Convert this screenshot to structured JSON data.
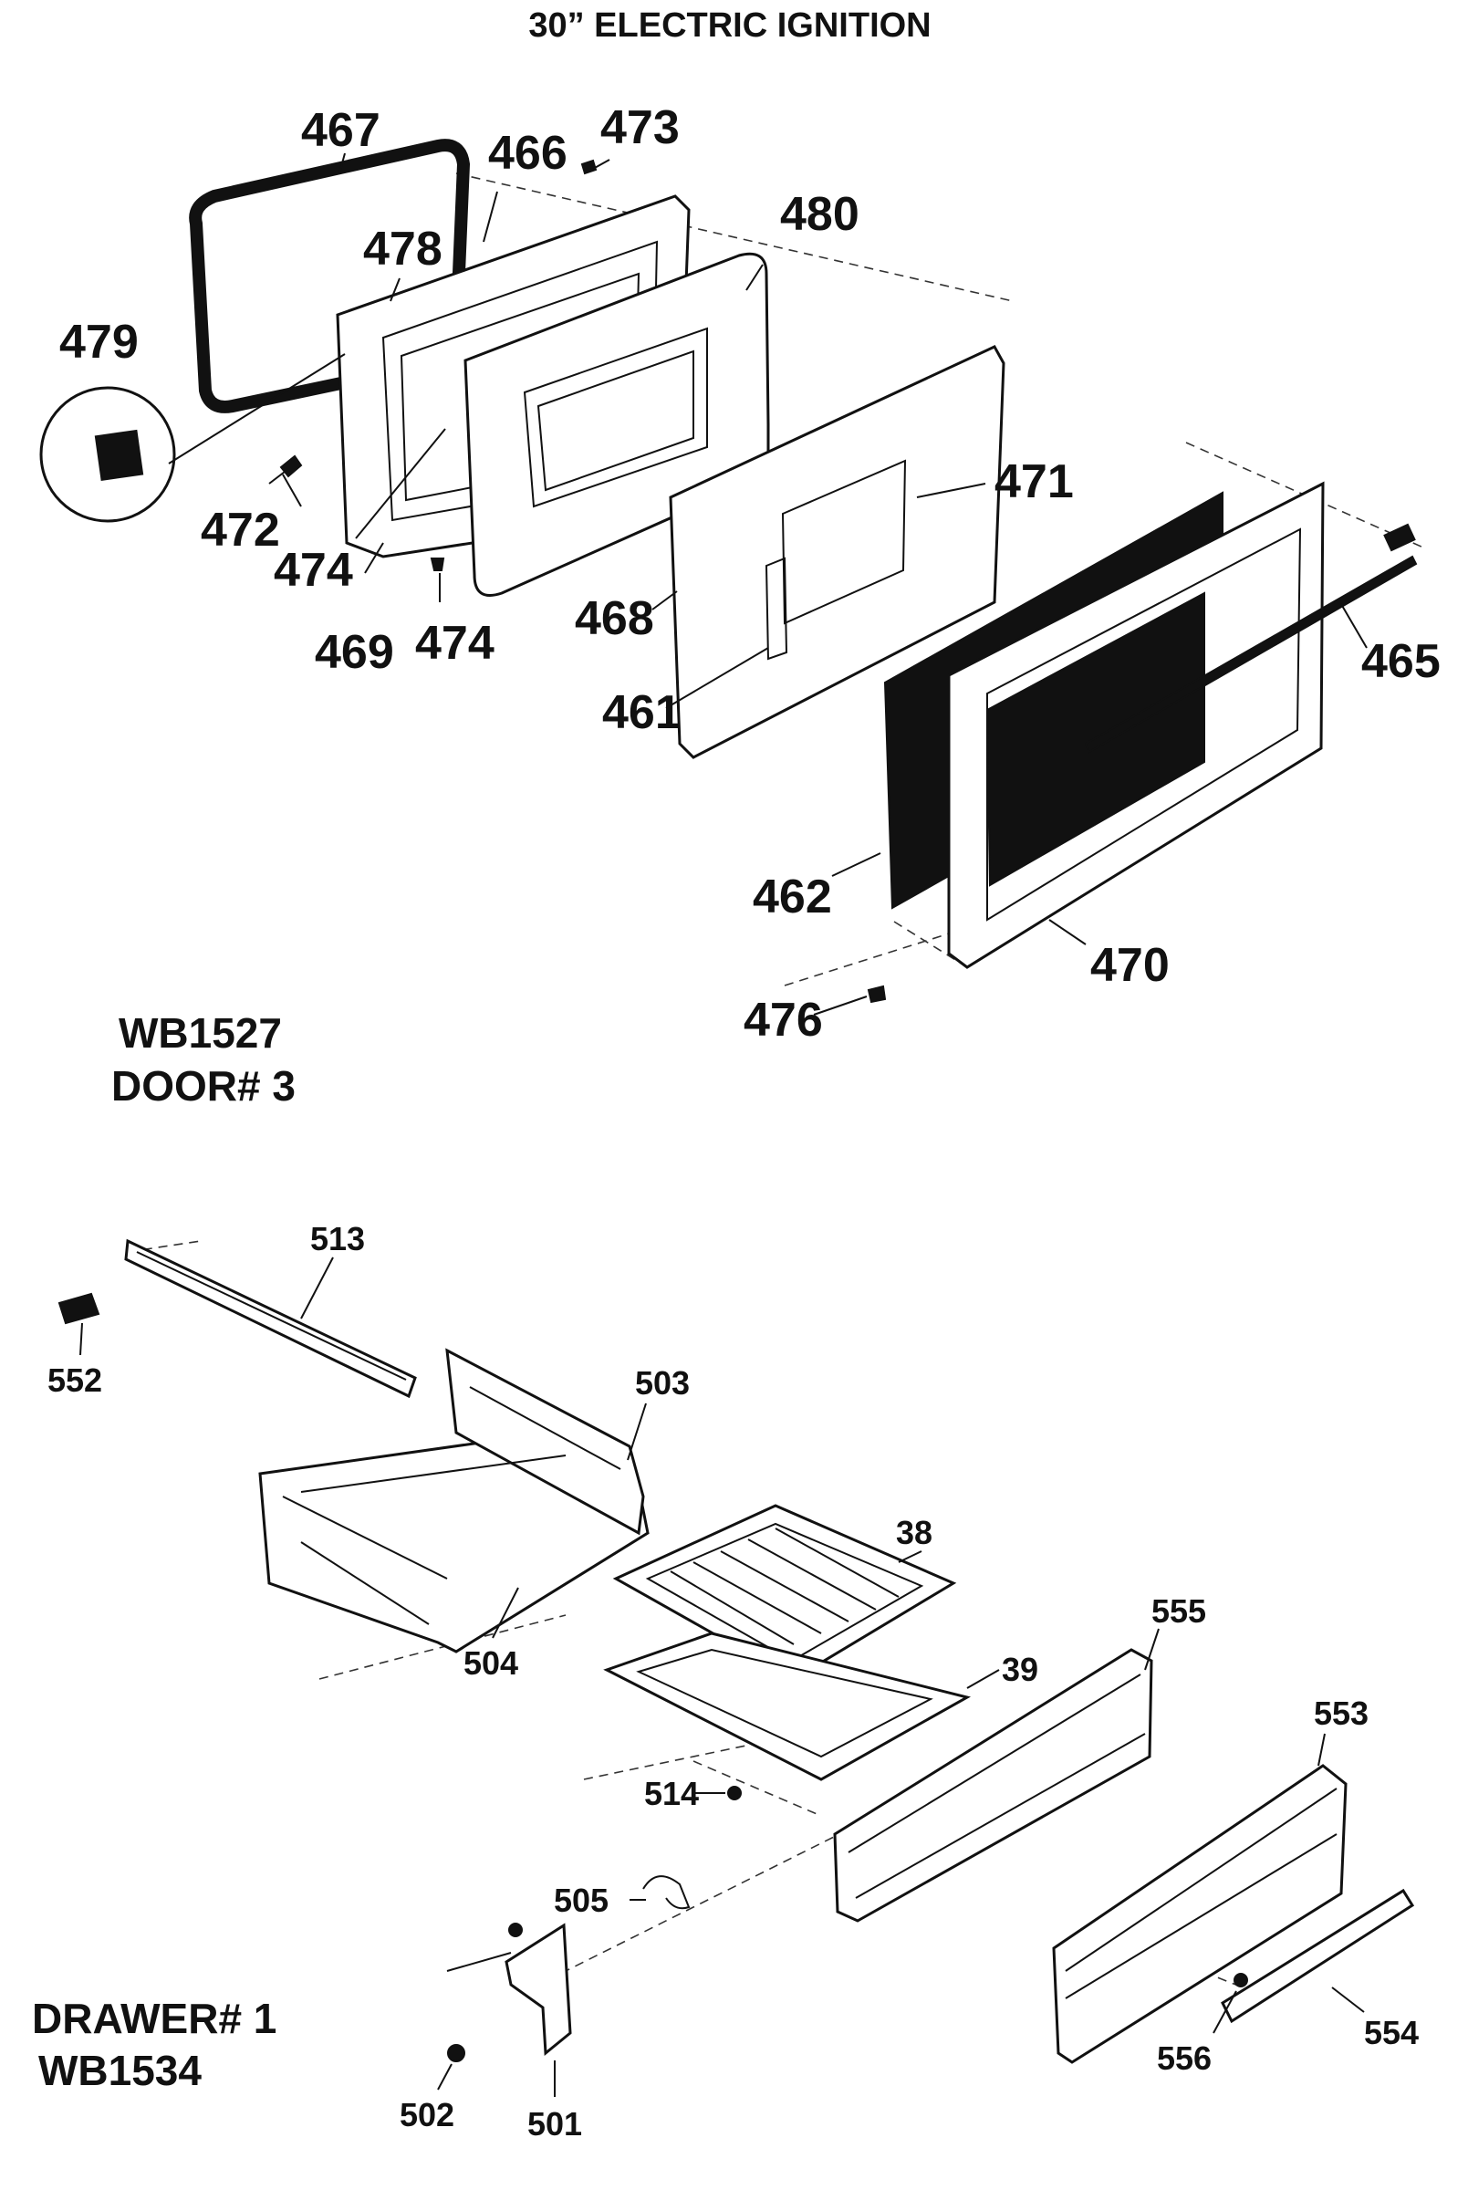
{
  "title": "30” ELECTRIC IGNITION",
  "door": {
    "model": "WB1527",
    "label": "DOOR# 3",
    "callouts": [
      "467",
      "466",
      "473",
      "478",
      "480",
      "479",
      "472",
      "474",
      "469",
      "474",
      "471",
      "468",
      "465",
      "461",
      "462",
      "470",
      "476"
    ]
  },
  "drawer": {
    "model": "WB1534",
    "label": "DRAWER# 1",
    "callouts": [
      "513",
      "552",
      "503",
      "38",
      "504",
      "555",
      "39",
      "553",
      "514",
      "505",
      "554",
      "556",
      "502",
      "501"
    ]
  }
}
